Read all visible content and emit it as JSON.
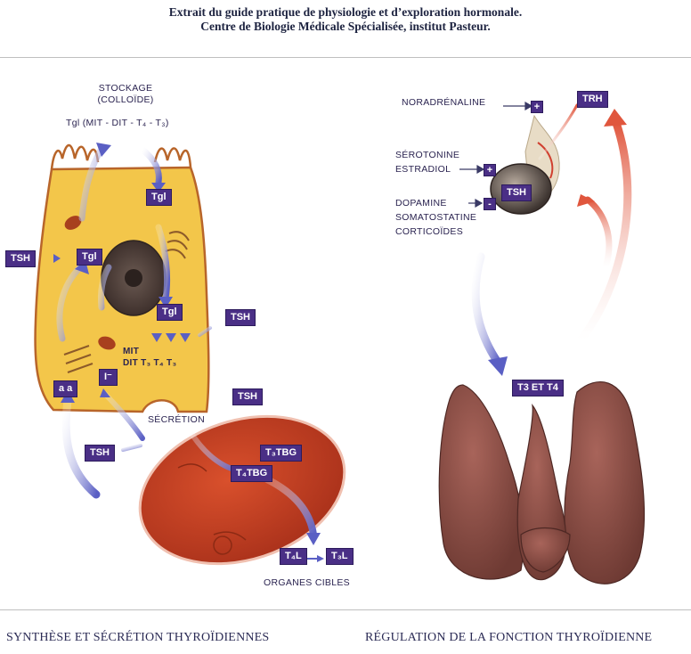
{
  "header": {
    "line1": "Extrait du guide pratique de physiologie et d’exploration hormonale.",
    "line2": "Centre de Biologie Médicale Spécialisée, institut Pasteur."
  },
  "left": {
    "stockage_line1": "STOCKAGE",
    "stockage_line2": "(COLLOÏDE)",
    "tgl_formula": "Tgl (MIT - DIT - T₄ - T₃)",
    "tgl_top": "Tgl",
    "tgl_mid": "Tgl",
    "tgl_low": "Tgl",
    "tsh_left": "TSH",
    "tsh_right": "TSH",
    "tsh_secretion": "TSH",
    "tsh_bottom": "TSH",
    "mit": "MIT",
    "dit_t": "DIT T₃ T₄ T₃",
    "aa": "a a",
    "iodide": "I⁻",
    "secretion": "SÉCRÉTION",
    "t3tbg": "T₃TBG",
    "t4tbg": "T₄TBG",
    "t4l": "T₄L",
    "t3l": "T₃L",
    "organes": "ORGANES CIBLES"
  },
  "right": {
    "noradrenaline": "NORADRÉNALINE",
    "serotonine": "SÉROTONINE",
    "estradiol": "ESTRADIOL",
    "dopamine": "DOPAMINE",
    "somatostatine": "SOMATOSTATINE",
    "corticoides": "CORTICOÏDES",
    "plus1": "+",
    "plus2": "+",
    "minus": "-",
    "trh": "TRH",
    "tsh": "TSH",
    "t3t4": "T3 ET T4"
  },
  "captions": {
    "left": "SYNTHÈSE ET SÉCRÉTION THYROÏDIENNES",
    "right": "RÉGULATION DE LA FONCTION THYROÏDIENNE"
  },
  "colors": {
    "label_box": "#4a2f86",
    "cell": "#f3c64a",
    "cell_border": "#b8652a",
    "blood_cell": "#c33a1e",
    "thyroid": "#8a4b42",
    "arrow_blue": "#6f72c9",
    "arrow_red": "#e0563d"
  }
}
